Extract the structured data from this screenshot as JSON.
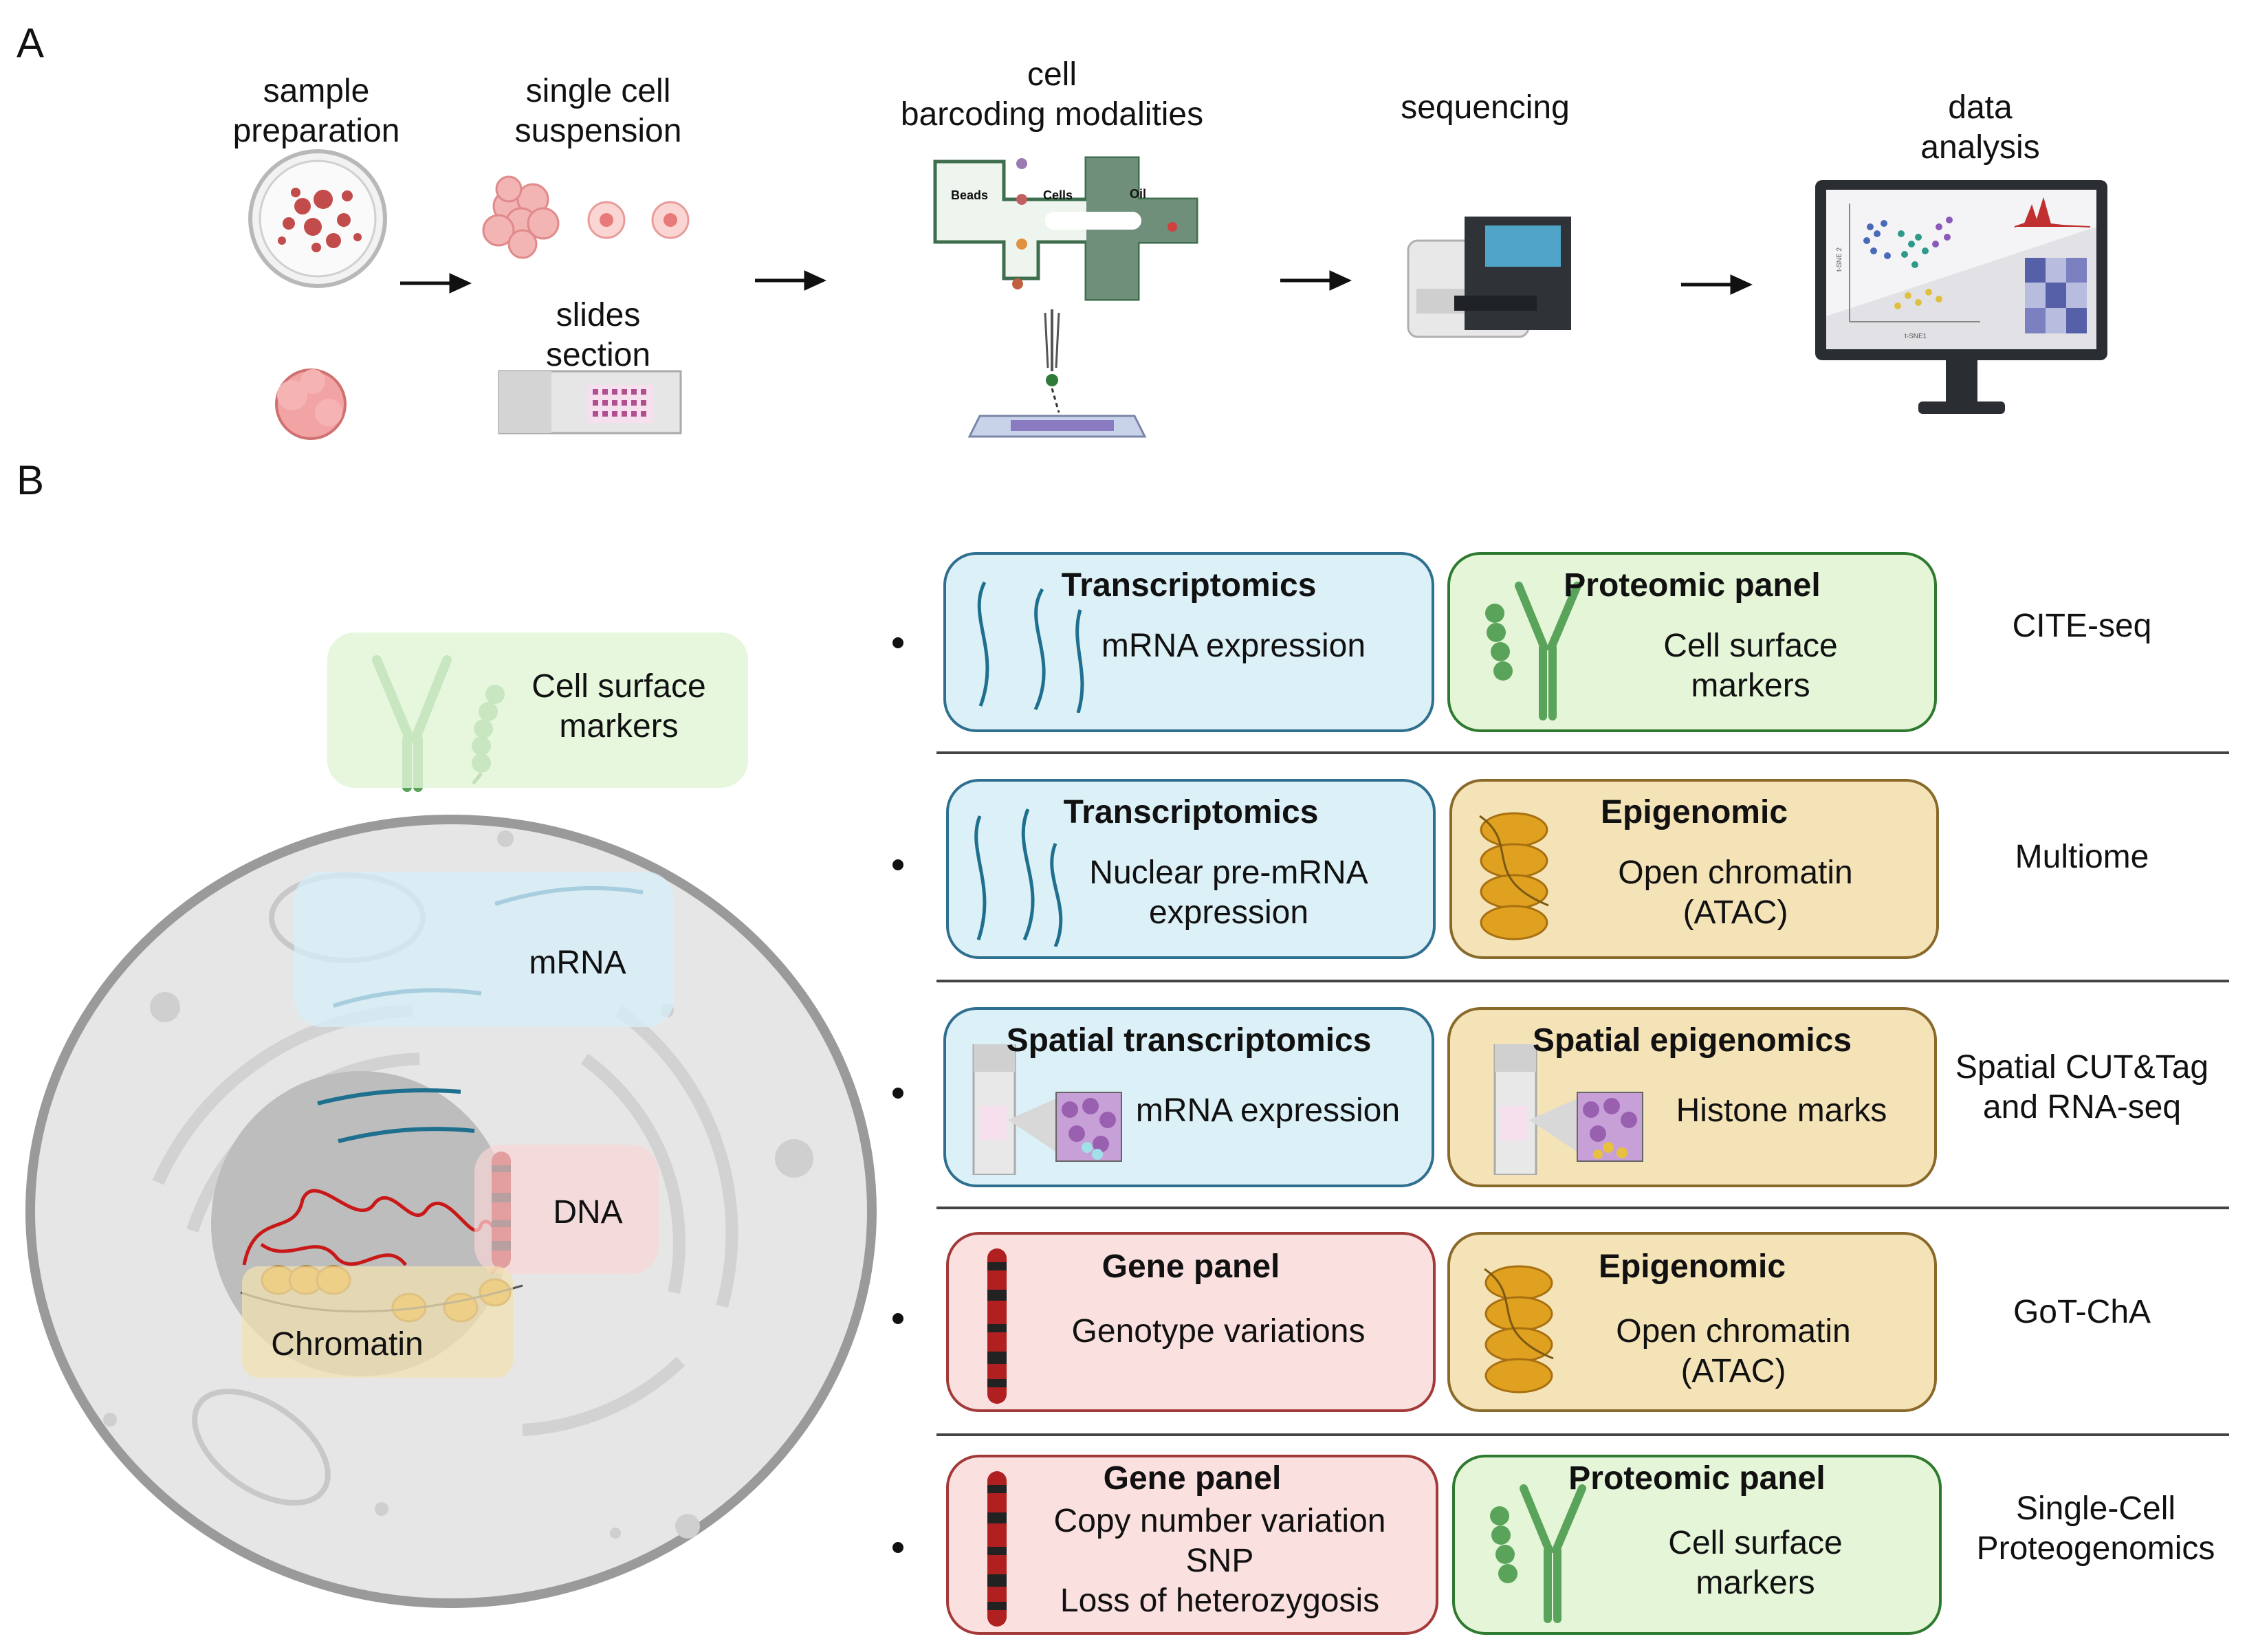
{
  "panel_labels": {
    "a": "A",
    "b": "B"
  },
  "workflow": {
    "sample_preparation": "sample\npreparation",
    "single_cell_suspension": "single cell\nsuspension",
    "slides_section": "slides\nsection",
    "barcoding": "cell\nbarcoding modalities",
    "beads": "Beads",
    "cells": "Cells",
    "oil": "Oil",
    "sequencing": "sequencing",
    "data_analysis": "data\nanalysis",
    "tsne1": "t-SNE1",
    "tsne2": "t-SNE 2"
  },
  "cell": {
    "surface_markers": "Cell surface\nmarkers",
    "mrna": "mRNA",
    "dna": "DNA",
    "chromatin": "Chromatin"
  },
  "rows": [
    {
      "left": {
        "title": "Transcriptomics",
        "desc": "mRNA expression"
      },
      "right": {
        "title": "Proteomic panel",
        "desc": "Cell surface\nmarkers"
      },
      "method": "CITE-seq"
    },
    {
      "left": {
        "title": "Transcriptomics",
        "desc": "Nuclear pre-mRNA\nexpression"
      },
      "right": {
        "title": "Epigenomic",
        "desc": "Open chromatin\n(ATAC)"
      },
      "method": "Multiome"
    },
    {
      "left": {
        "title": "Spatial transcriptomics",
        "desc": "mRNA expression"
      },
      "right": {
        "title": "Spatial epigenomics",
        "desc": "Histone marks"
      },
      "method": "Spatial CUT&Tag\nand RNA-seq"
    },
    {
      "left": {
        "title": "Gene panel",
        "desc": "Genotype variations"
      },
      "right": {
        "title": "Epigenomic",
        "desc": "Open chromatin\n(ATAC)"
      },
      "method": "GoT-ChA"
    },
    {
      "left": {
        "title": "Gene panel",
        "desc": "Copy number variation\nSNP\nLoss of heterozygosis"
      },
      "right": {
        "title": "Proteomic panel",
        "desc": "Cell surface\nmarkers"
      },
      "method": "Single-Cell\nProteogenomics"
    }
  ],
  "colors": {
    "transcript_blue": "#dcf0f7",
    "protein_green": "#e4f5d8",
    "epigenomic_tan": "#f5e3b8",
    "gene_pink": "#fbe0e0",
    "rna_strand": "#1f6f8f",
    "antibody": "#5aa35a",
    "nucleosome": "#e0a020",
    "chromosome": "#b02020"
  }
}
